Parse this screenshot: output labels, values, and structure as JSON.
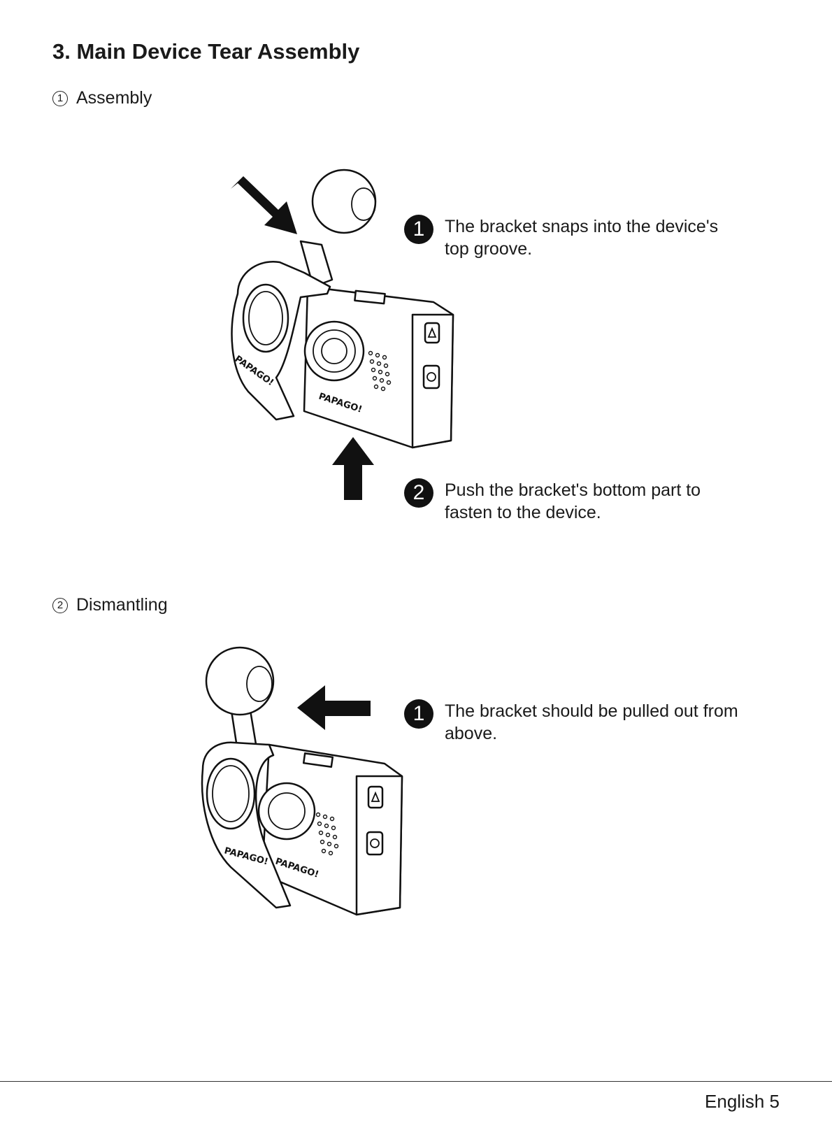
{
  "section": {
    "title": "3.  Main Device Tear Assembly"
  },
  "assembly": {
    "marker": "1",
    "heading": "Assembly",
    "steps": [
      {
        "number": "1",
        "text": "The bracket snaps into the device's top groove."
      },
      {
        "number": "2",
        "text": "Push the bracket's bottom part to fasten to the device."
      }
    ]
  },
  "dismantling": {
    "marker": "2",
    "heading": "Dismantling",
    "steps": [
      {
        "number": "1",
        "text": "The bracket should be pulled out from above."
      }
    ]
  },
  "illustration": {
    "brand": "PAPAGO!"
  },
  "footer": {
    "page_label": "English 5"
  }
}
